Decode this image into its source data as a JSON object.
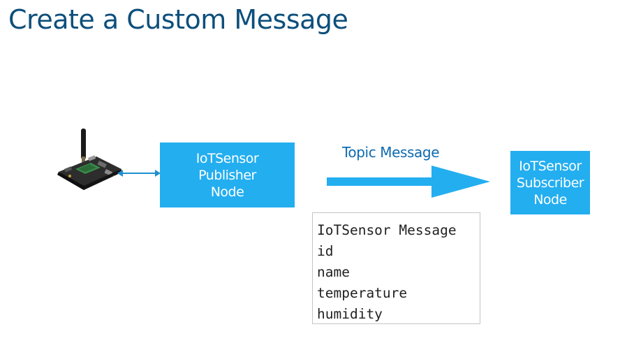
{
  "title": "Create a Custom Message",
  "publisher": {
    "lines": [
      "IoTSensor",
      "Publisher",
      "Node"
    ]
  },
  "subscriber": {
    "lines": [
      "IoTSensor",
      "Subscriber",
      "Node"
    ]
  },
  "topic": {
    "label": "Topic Message"
  },
  "message": {
    "title": "IoTSensor Message",
    "fields": [
      "id",
      "name",
      "temperature",
      "humidity"
    ]
  },
  "colors": {
    "title": "#0d4f7c",
    "node_fill": "#23aef0",
    "arrow_fill": "#23aef0",
    "topic_label": "#0d6ab0",
    "connector": "#1f8fd1"
  },
  "icons": {
    "board": "iot-sensor-board-icon",
    "connector": "double-arrow-icon",
    "topic_arrow": "right-arrow-icon"
  }
}
